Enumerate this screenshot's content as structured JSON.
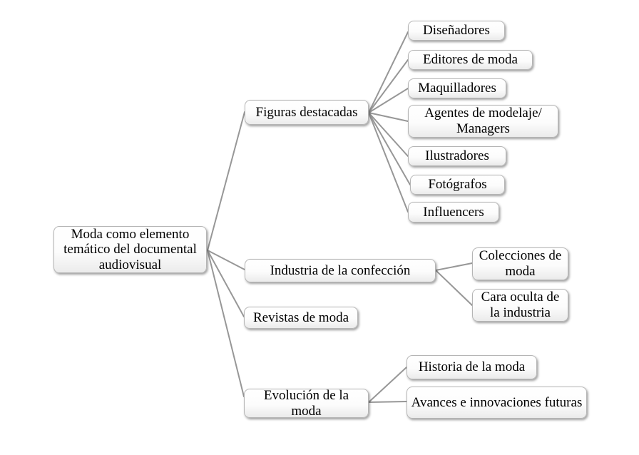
{
  "diagram": {
    "root": {
      "label": "Moda como elemento temático del documental audiovisual"
    },
    "branches": [
      {
        "label": "Figuras destacadas",
        "children": [
          {
            "label": "Diseñadores"
          },
          {
            "label": "Editores de moda"
          },
          {
            "label": "Maquilladores"
          },
          {
            "label": "Agentes de modelaje/ Managers"
          },
          {
            "label": "Ilustradores"
          },
          {
            "label": "Fotógrafos"
          },
          {
            "label": "Influencers"
          }
        ]
      },
      {
        "label": "Industria de la confección",
        "children": [
          {
            "label": "Colecciones de moda"
          },
          {
            "label": "Cara oculta de la industria"
          }
        ]
      },
      {
        "label": "Revistas de moda",
        "children": []
      },
      {
        "label": "Evolución de la moda",
        "children": [
          {
            "label": "Historia de la moda"
          },
          {
            "label": "Avances e innovaciones futuras"
          }
        ]
      }
    ],
    "colors": {
      "connector": "#979797",
      "box_border": "#b5b5b5",
      "text": "#000000",
      "background": "#ffffff"
    }
  }
}
